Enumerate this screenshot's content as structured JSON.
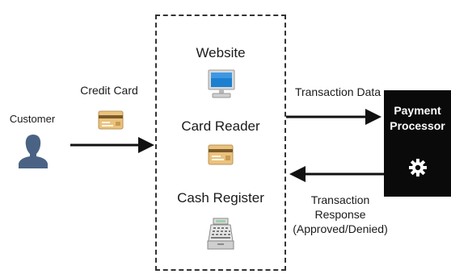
{
  "customer": {
    "label": "Customer"
  },
  "payment_method": {
    "label": "Credit Card"
  },
  "system": {
    "items": [
      {
        "label": "Website"
      },
      {
        "label": "Card Reader"
      },
      {
        "label": "Cash Register"
      }
    ]
  },
  "flows": {
    "outgoing_label": "Transaction Data",
    "incoming_label_lines": [
      "Transaction",
      "Response",
      "(Approved/Denied)"
    ]
  },
  "processor": {
    "title_lines": [
      "Payment",
      "Processor"
    ]
  },
  "colors": {
    "user_icon": "#4a6384",
    "card": "#eac27e",
    "monitor_screen": "#1d7fd0",
    "processor_bg": "#0a0a0a",
    "arrow": "#111111",
    "dashed_border": "#333333"
  },
  "icons": [
    "user-icon",
    "credit-card-icon",
    "monitor-icon",
    "card-reader-icon",
    "cash-register-icon",
    "gear-icon"
  ]
}
